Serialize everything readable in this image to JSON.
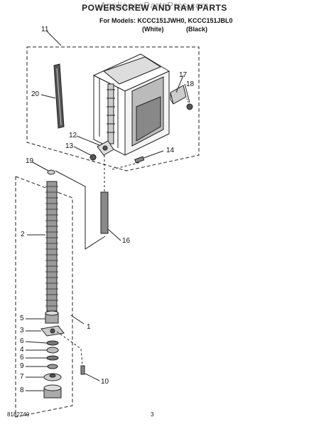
{
  "header": {
    "watermark": "AppliancePartsPros.com",
    "title": "POWERSCREW AND RAM PARTS",
    "models_line": "For Models: KCCC151JWH0, KCCC151JBL0",
    "color_white": "(White)",
    "color_black": "(Black)"
  },
  "callouts": [
    "11",
    "17",
    "18",
    "20",
    "12",
    "13",
    "14",
    "19",
    "2",
    "16",
    "1",
    "5",
    "3",
    "6",
    "4",
    "6",
    "9",
    "7",
    "10",
    "8"
  ],
  "footer": {
    "doc_number": "8182740",
    "page_number": "3"
  }
}
